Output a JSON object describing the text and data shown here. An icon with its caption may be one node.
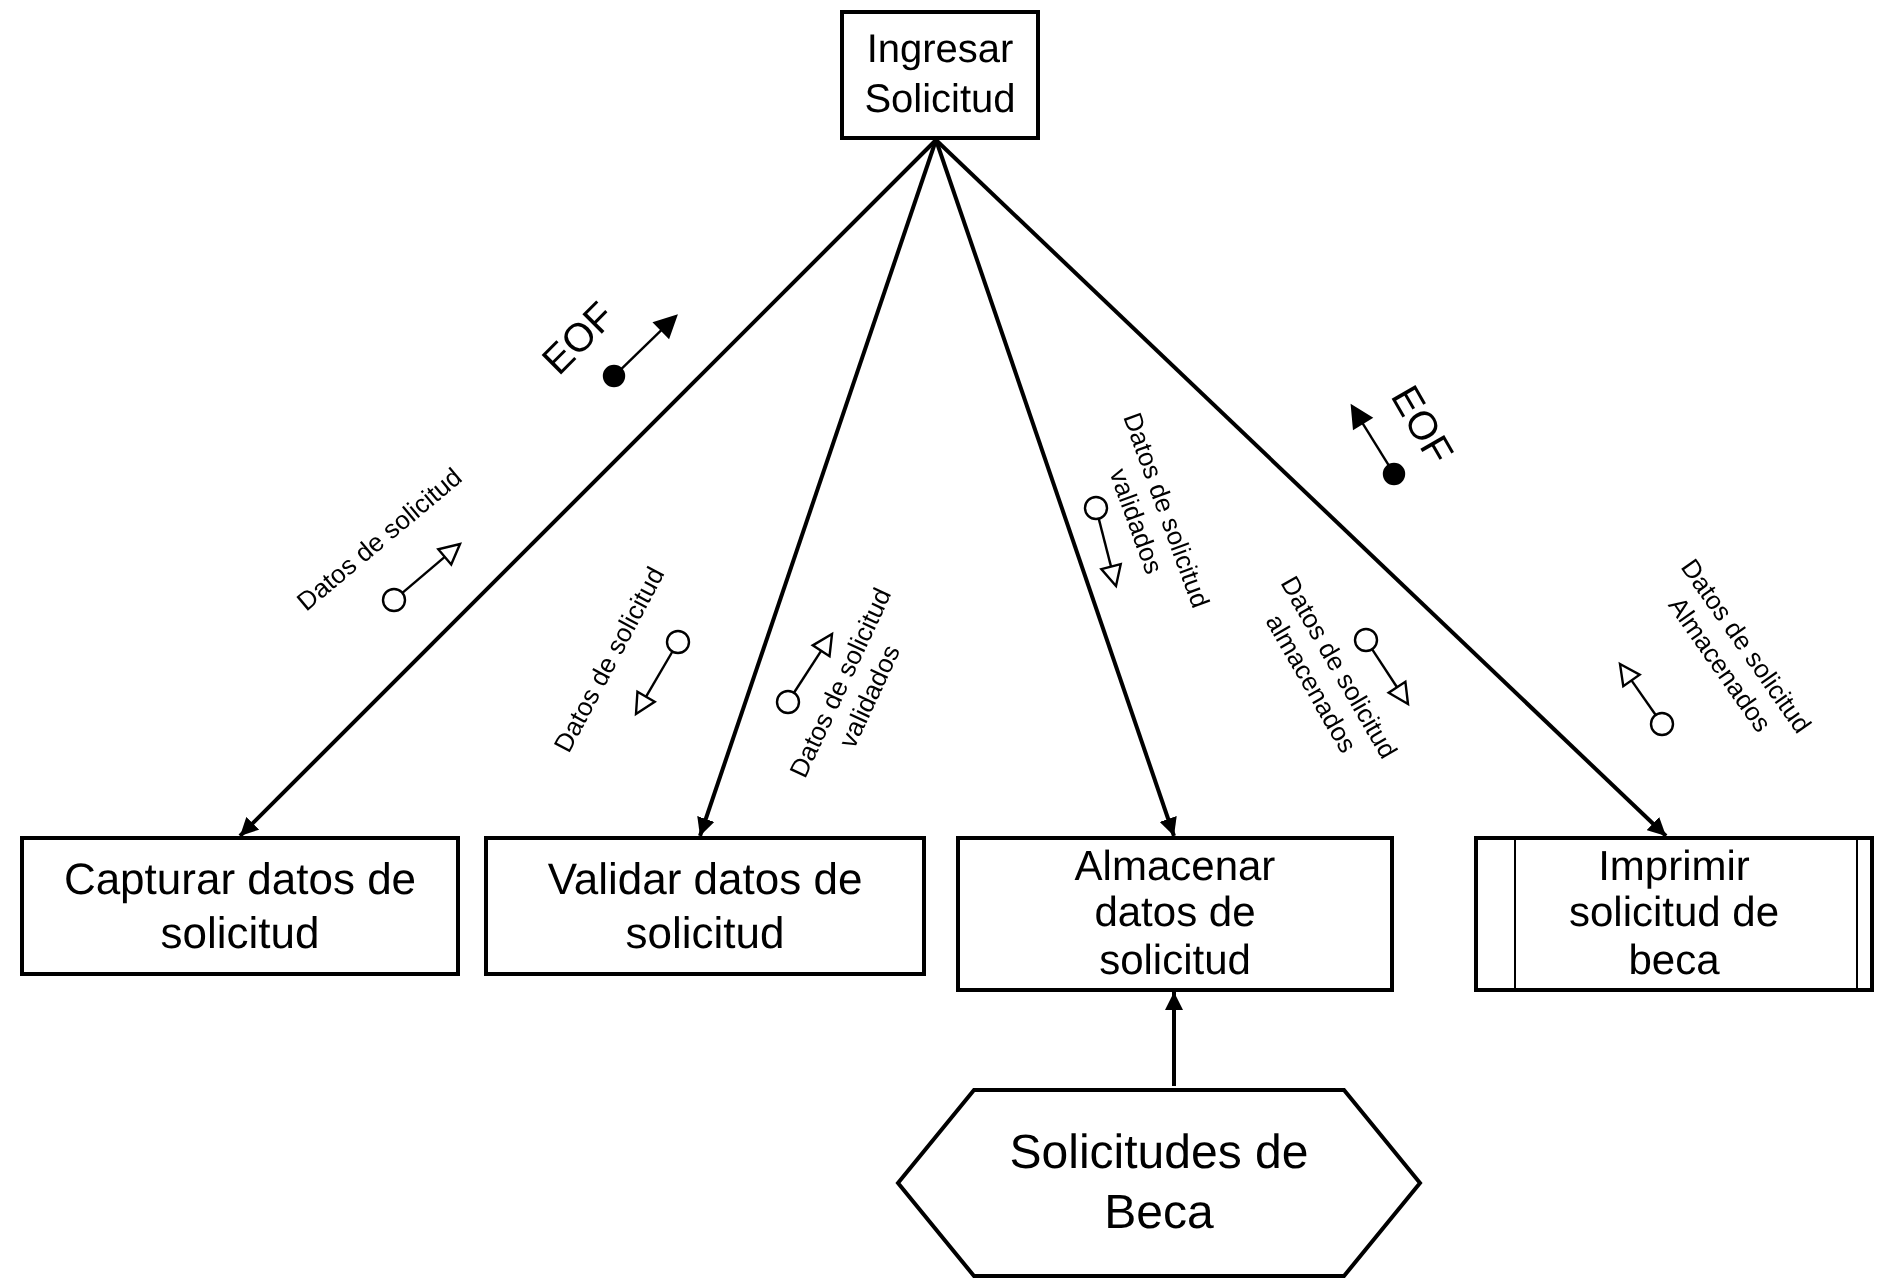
{
  "diagram": {
    "nodes": [
      {
        "text": [
          "Ingresar Solicitud"
        ]
      },
      {
        "text": [
          "Capturar datos de solicitud"
        ]
      },
      {
        "text": [
          "Validar datos de solicitud"
        ]
      },
      {
        "text": [
          "Almacenar datos de solicitud"
        ]
      },
      {
        "text": [
          "Imprimir solicitud de beca"
        ]
      },
      {
        "text": [
          "Solicitudes de Beca"
        ]
      }
    ],
    "edges": [
      {
        "from": 0,
        "to": 1,
        "arrow": "to"
      },
      {
        "from": 0,
        "to": 2,
        "arrow": "to"
      },
      {
        "from": 0,
        "to": 3,
        "arrow": "to"
      },
      {
        "from": 0,
        "to": 4,
        "arrow": "to"
      },
      {
        "from": 5,
        "to": 3,
        "arrow": "to"
      }
    ],
    "labels": [
      "EOF",
      "Datos de solicitud",
      "Datos de solicitud",
      "Datos de solicitud validados",
      "Datos de solicitud validados",
      "EOF",
      "Datos de solicitud almacenados",
      "Datos de solicitud Almacenados"
    ]
  }
}
